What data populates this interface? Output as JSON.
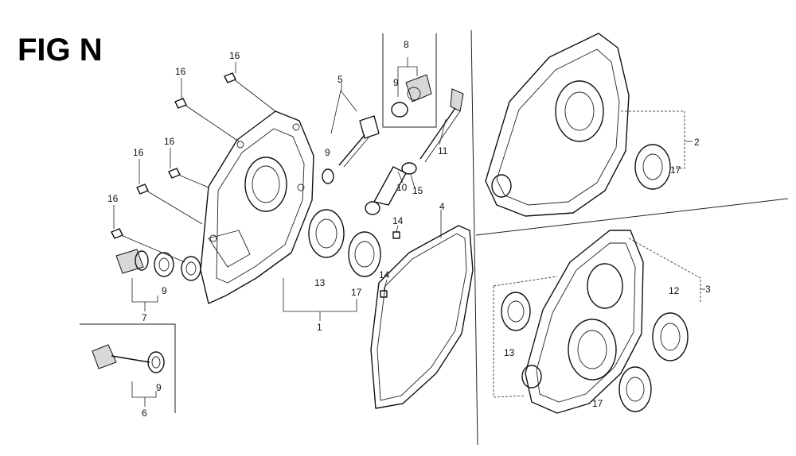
{
  "title": "FIG N",
  "callouts": {
    "c1": "1",
    "c2": "2",
    "c3": "3",
    "c4": "4",
    "c5": "5",
    "c6": "6",
    "c7": "7",
    "c8": "8",
    "c9a": "9",
    "c9b": "9",
    "c9c": "9",
    "c9d": "9",
    "c10": "10",
    "c11": "11",
    "c12": "12",
    "c13a": "13",
    "c13b": "13",
    "c14a": "14",
    "c14b": "14",
    "c15": "15",
    "c16a": "16",
    "c16b": "16",
    "c16c": "16",
    "c16d": "16",
    "c16e": "16",
    "c17a": "17",
    "c17b": "17",
    "c17c": "17"
  }
}
